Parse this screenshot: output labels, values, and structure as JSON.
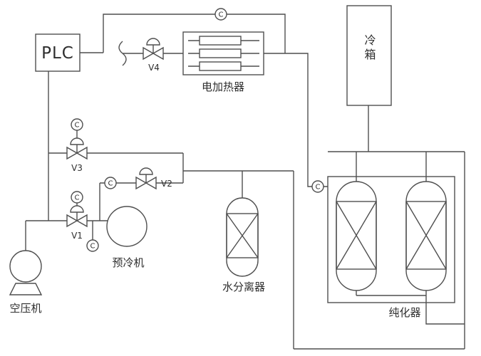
{
  "diagram": {
    "type": "process-piping-diagram",
    "labels": {
      "plc": "PLC",
      "v1": "V1",
      "v2": "V2",
      "v3": "V3",
      "v4": "V4",
      "heater": "电加热器",
      "cold_box": "冷箱",
      "precooler": "预冷机",
      "compressor": "空压机",
      "separator": "水分离器",
      "purifier": "纯化器"
    },
    "sensor_label": "C",
    "colors": {
      "line": "#4f4f4f",
      "background": "#ffffff",
      "text": "#2e2e2e"
    }
  }
}
